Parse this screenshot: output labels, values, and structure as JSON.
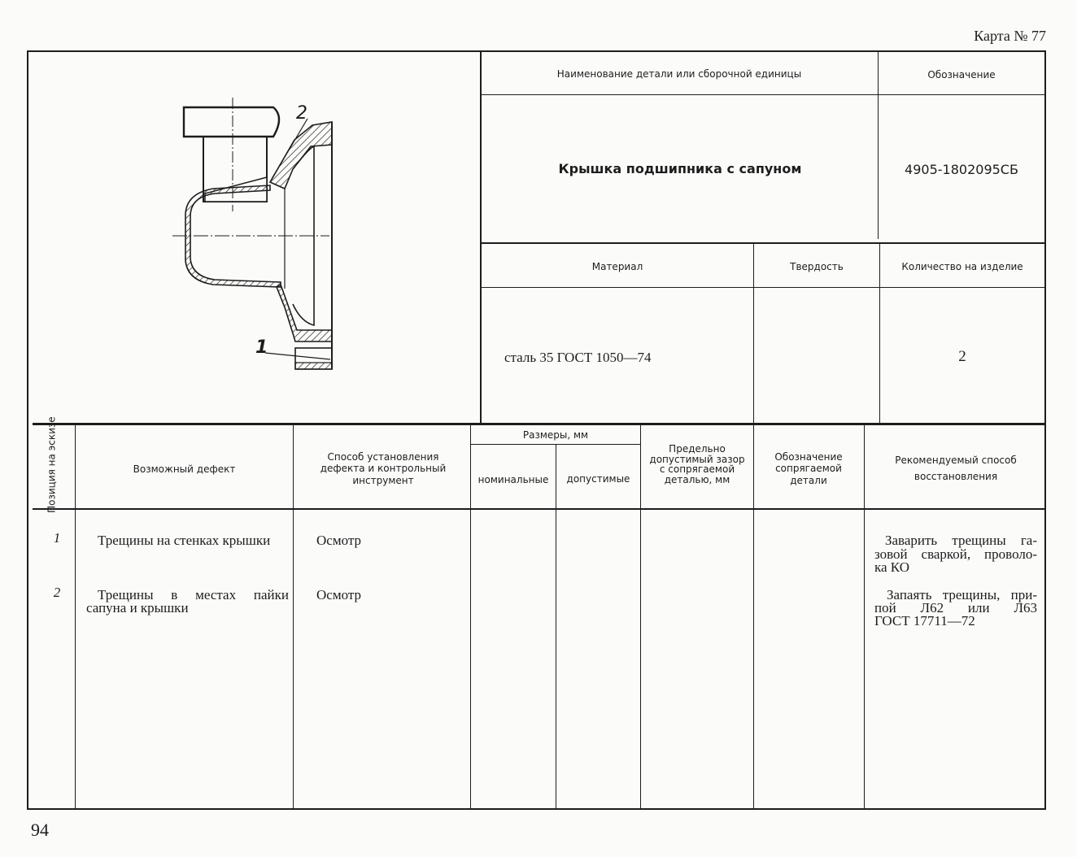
{
  "page": {
    "card_number": "Карта № 77",
    "page_number": "94"
  },
  "header": {
    "name_label": "Наименование детали или сборочной единицы",
    "designation_label": "Обозначение",
    "name_value": "Крышка подшипника с сапуном",
    "designation_value": "4905-1802095СБ",
    "material_label": "Материал",
    "hardness_label": "Твердость",
    "quantity_label": "Количество на изделие",
    "material_value": "сталь 35 ГОСТ 1050—74",
    "hardness_value": "",
    "quantity_value": "2"
  },
  "sketch": {
    "callout_1": "1",
    "callout_2": "2"
  },
  "table": {
    "col_position": "Позиция на эскизе",
    "col_defect": "Возможный дефект",
    "col_method": "Способ установления дефекта и контрольный инструмент",
    "col_sizes": "Размеры, мм",
    "col_nominal": "номинальные",
    "col_allowed": "допустимые",
    "col_gap": "Предельно допустимый зазор с сопрягаемой деталью, мм",
    "col_mating": "Обозначение сопрягаемой детали",
    "col_restore": "Рекомендуемый способ восстановления",
    "rows": [
      {
        "position": "1",
        "defect": "Трещины на стенках крышки",
        "method": "Осмотр",
        "restore_lines": [
          "Заварить трещины га-",
          "зовой сваркой, проволо-",
          "ка КО"
        ]
      },
      {
        "position": "2",
        "defect_lines": [
          "Трещины в местах пайки",
          "сапуна и крышки"
        ],
        "method": "Осмотр",
        "restore_lines": [
          "Запаять трещины, при-",
          "пой Л62 или Л63",
          "ГОСТ 17711—72"
        ]
      }
    ]
  }
}
